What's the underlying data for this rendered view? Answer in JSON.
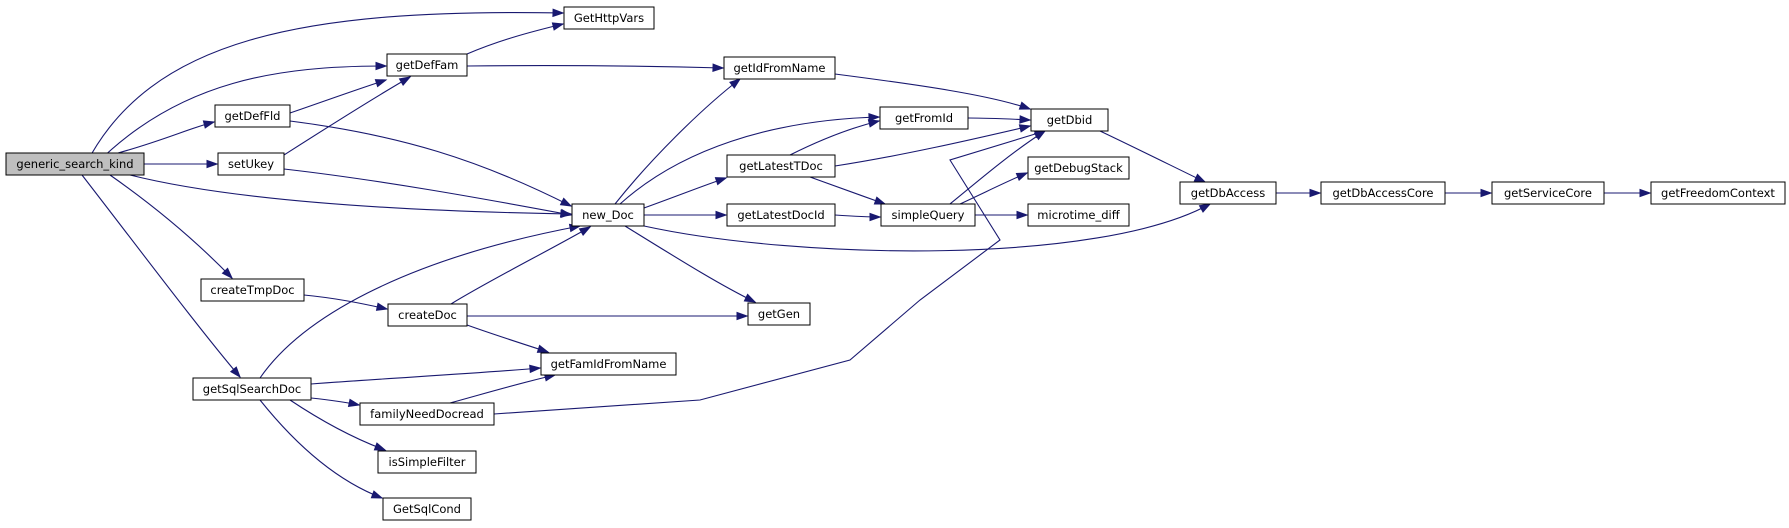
{
  "colors": {
    "edge": "#191970",
    "node_fill": "#ffffff",
    "root_fill": "#bfbfbf",
    "node_border": "#000000"
  },
  "nodes": [
    {
      "id": "generic_search_kind",
      "label": "generic_search_kind",
      "root": true
    },
    {
      "id": "GetHttpVars",
      "label": "GetHttpVars"
    },
    {
      "id": "getDefFam",
      "label": "getDefFam"
    },
    {
      "id": "getDefFld",
      "label": "getDefFld"
    },
    {
      "id": "setUkey",
      "label": "setUkey"
    },
    {
      "id": "new_Doc",
      "label": "new_Doc"
    },
    {
      "id": "createTmpDoc",
      "label": "createTmpDoc"
    },
    {
      "id": "getSqlSearchDoc",
      "label": "getSqlSearchDoc"
    },
    {
      "id": "createDoc",
      "label": "createDoc"
    },
    {
      "id": "getIdFromName",
      "label": "getIdFromName"
    },
    {
      "id": "getFromId",
      "label": "getFromId"
    },
    {
      "id": "getLatestTDoc",
      "label": "getLatestTDoc"
    },
    {
      "id": "getLatestDocId",
      "label": "getLatestDocId"
    },
    {
      "id": "getGen",
      "label": "getGen"
    },
    {
      "id": "getFamIdFromName",
      "label": "getFamIdFromName"
    },
    {
      "id": "familyNeedDocread",
      "label": "familyNeedDocread"
    },
    {
      "id": "isSimpleFilter",
      "label": "isSimpleFilter"
    },
    {
      "id": "GetSqlCond",
      "label": "GetSqlCond"
    },
    {
      "id": "getDbid",
      "label": "getDbid"
    },
    {
      "id": "getDebugStack",
      "label": "getDebugStack"
    },
    {
      "id": "simpleQuery",
      "label": "simpleQuery"
    },
    {
      "id": "microtime_diff",
      "label": "microtime_diff"
    },
    {
      "id": "getDbAccess",
      "label": "getDbAccess"
    },
    {
      "id": "getDbAccessCore",
      "label": "getDbAccessCore"
    },
    {
      "id": "getServiceCore",
      "label": "getServiceCore"
    },
    {
      "id": "getFreedomContext",
      "label": "getFreedomContext"
    }
  ],
  "edges": [
    {
      "from": "generic_search_kind",
      "to": "GetHttpVars"
    },
    {
      "from": "generic_search_kind",
      "to": "getDefFam"
    },
    {
      "from": "generic_search_kind",
      "to": "getDefFld"
    },
    {
      "from": "generic_search_kind",
      "to": "setUkey"
    },
    {
      "from": "generic_search_kind",
      "to": "new_Doc"
    },
    {
      "from": "generic_search_kind",
      "to": "createTmpDoc"
    },
    {
      "from": "generic_search_kind",
      "to": "getSqlSearchDoc"
    },
    {
      "from": "getDefFam",
      "to": "GetHttpVars"
    },
    {
      "from": "getDefFam",
      "to": "getIdFromName"
    },
    {
      "from": "getDefFld",
      "to": "getDefFam"
    },
    {
      "from": "getDefFld",
      "to": "new_Doc"
    },
    {
      "from": "setUkey",
      "to": "getDefFam"
    },
    {
      "from": "setUkey",
      "to": "new_Doc"
    },
    {
      "from": "createTmpDoc",
      "to": "createDoc"
    },
    {
      "from": "createDoc",
      "to": "new_Doc"
    },
    {
      "from": "createDoc",
      "to": "getGen"
    },
    {
      "from": "createDoc",
      "to": "getFamIdFromName"
    },
    {
      "from": "getSqlSearchDoc",
      "to": "new_Doc"
    },
    {
      "from": "getSqlSearchDoc",
      "to": "getFamIdFromName"
    },
    {
      "from": "getSqlSearchDoc",
      "to": "familyNeedDocread"
    },
    {
      "from": "getSqlSearchDoc",
      "to": "isSimpleFilter"
    },
    {
      "from": "getSqlSearchDoc",
      "to": "GetSqlCond"
    },
    {
      "from": "familyNeedDocread",
      "to": "getFamIdFromName"
    },
    {
      "from": "familyNeedDocread",
      "to": "getDbid"
    },
    {
      "from": "new_Doc",
      "to": "getIdFromName"
    },
    {
      "from": "new_Doc",
      "to": "getFromId"
    },
    {
      "from": "new_Doc",
      "to": "getLatestTDoc"
    },
    {
      "from": "new_Doc",
      "to": "getLatestDocId"
    },
    {
      "from": "new_Doc",
      "to": "getGen"
    },
    {
      "from": "new_Doc",
      "to": "getDbAccess"
    },
    {
      "from": "getIdFromName",
      "to": "getDbid"
    },
    {
      "from": "getFromId",
      "to": "getDbid"
    },
    {
      "from": "getLatestTDoc",
      "to": "getFromId"
    },
    {
      "from": "getLatestTDoc",
      "to": "getDbid"
    },
    {
      "from": "getLatestTDoc",
      "to": "simpleQuery"
    },
    {
      "from": "getLatestDocId",
      "to": "simpleQuery"
    },
    {
      "from": "simpleQuery",
      "to": "getDbid"
    },
    {
      "from": "simpleQuery",
      "to": "getDebugStack"
    },
    {
      "from": "simpleQuery",
      "to": "microtime_diff"
    },
    {
      "from": "getDbid",
      "to": "getDbAccess"
    },
    {
      "from": "getDbAccess",
      "to": "getDbAccessCore"
    },
    {
      "from": "getDbAccessCore",
      "to": "getServiceCore"
    },
    {
      "from": "getServiceCore",
      "to": "getFreedomContext"
    }
  ]
}
